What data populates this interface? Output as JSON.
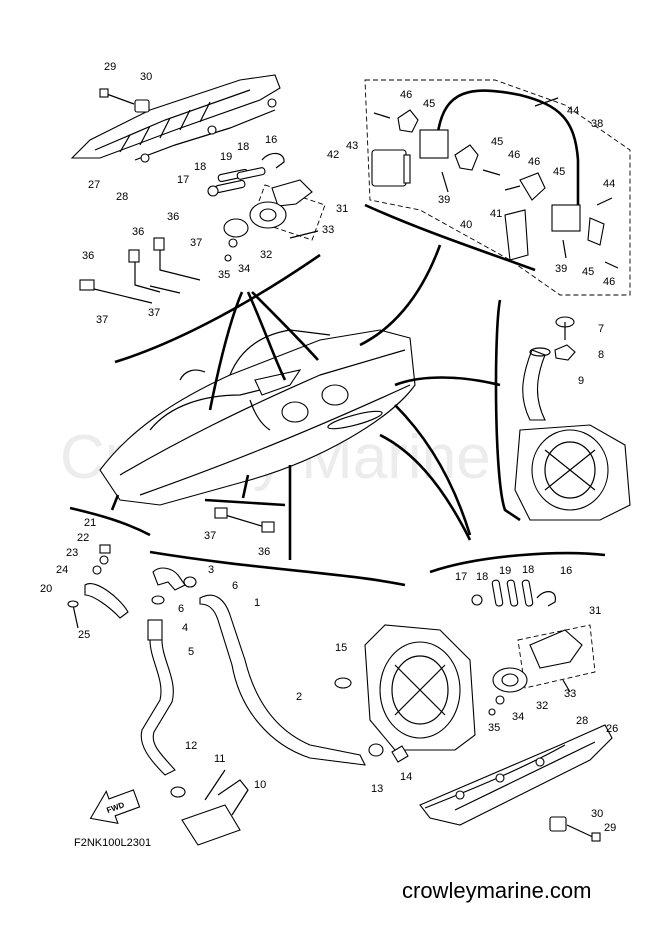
{
  "watermark": "Crowley Marine",
  "diagram_code": "F2NK100L2301",
  "website": "crowleymarine.com",
  "fwd_label": "FWD",
  "callouts": [
    {
      "id": "c29a",
      "label": "29"
    },
    {
      "id": "c30a",
      "label": "30"
    },
    {
      "id": "c27",
      "label": "27"
    },
    {
      "id": "c28a",
      "label": "28"
    },
    {
      "id": "c16a",
      "label": "16"
    },
    {
      "id": "c18a",
      "label": "18"
    },
    {
      "id": "c19a",
      "label": "19"
    },
    {
      "id": "c18b",
      "label": "18"
    },
    {
      "id": "c17a",
      "label": "17"
    },
    {
      "id": "c31a",
      "label": "31"
    },
    {
      "id": "c33a",
      "label": "33"
    },
    {
      "id": "c32a",
      "label": "32"
    },
    {
      "id": "c34a",
      "label": "34"
    },
    {
      "id": "c35a",
      "label": "35"
    },
    {
      "id": "c36a",
      "label": "36"
    },
    {
      "id": "c36b",
      "label": "36"
    },
    {
      "id": "c36c",
      "label": "36"
    },
    {
      "id": "c37a",
      "label": "37"
    },
    {
      "id": "c37b",
      "label": "37"
    },
    {
      "id": "c37c",
      "label": "37"
    },
    {
      "id": "c46a",
      "label": "46"
    },
    {
      "id": "c45a",
      "label": "45"
    },
    {
      "id": "c44a",
      "label": "44"
    },
    {
      "id": "c38",
      "label": "38"
    },
    {
      "id": "c42",
      "label": "42"
    },
    {
      "id": "c43",
      "label": "43"
    },
    {
      "id": "c45b",
      "label": "45"
    },
    {
      "id": "c46b",
      "label": "46"
    },
    {
      "id": "c46c",
      "label": "46"
    },
    {
      "id": "c45c",
      "label": "45"
    },
    {
      "id": "c44b",
      "label": "44"
    },
    {
      "id": "c39a",
      "label": "39"
    },
    {
      "id": "c41",
      "label": "41"
    },
    {
      "id": "c40",
      "label": "40"
    },
    {
      "id": "c39b",
      "label": "39"
    },
    {
      "id": "c45d",
      "label": "45"
    },
    {
      "id": "c46d",
      "label": "46"
    },
    {
      "id": "c7",
      "label": "7"
    },
    {
      "id": "c8",
      "label": "8"
    },
    {
      "id": "c9",
      "label": "9"
    },
    {
      "id": "c37d",
      "label": "37"
    },
    {
      "id": "c36d",
      "label": "36"
    },
    {
      "id": "c21",
      "label": "21"
    },
    {
      "id": "c22",
      "label": "22"
    },
    {
      "id": "c23",
      "label": "23"
    },
    {
      "id": "c24",
      "label": "24"
    },
    {
      "id": "c20",
      "label": "20"
    },
    {
      "id": "c25",
      "label": "25"
    },
    {
      "id": "c3",
      "label": "3"
    },
    {
      "id": "c6a",
      "label": "6"
    },
    {
      "id": "c6b",
      "label": "6"
    },
    {
      "id": "c1",
      "label": "1"
    },
    {
      "id": "c4",
      "label": "4"
    },
    {
      "id": "c5",
      "label": "5"
    },
    {
      "id": "c2",
      "label": "2"
    },
    {
      "id": "c15",
      "label": "15"
    },
    {
      "id": "c13",
      "label": "13"
    },
    {
      "id": "c14",
      "label": "14"
    },
    {
      "id": "c12",
      "label": "12"
    },
    {
      "id": "c11",
      "label": "11"
    },
    {
      "id": "c10",
      "label": "10"
    },
    {
      "id": "c17b",
      "label": "17"
    },
    {
      "id": "c18c",
      "label": "18"
    },
    {
      "id": "c19b",
      "label": "19"
    },
    {
      "id": "c18d",
      "label": "18"
    },
    {
      "id": "c16b",
      "label": "16"
    },
    {
      "id": "c31b",
      "label": "31"
    },
    {
      "id": "c33b",
      "label": "33"
    },
    {
      "id": "c32b",
      "label": "32"
    },
    {
      "id": "c34b",
      "label": "34"
    },
    {
      "id": "c35b",
      "label": "35"
    },
    {
      "id": "c28b",
      "label": "28"
    },
    {
      "id": "c26",
      "label": "26"
    },
    {
      "id": "c30b",
      "label": "30"
    },
    {
      "id": "c29b",
      "label": "29"
    }
  ]
}
